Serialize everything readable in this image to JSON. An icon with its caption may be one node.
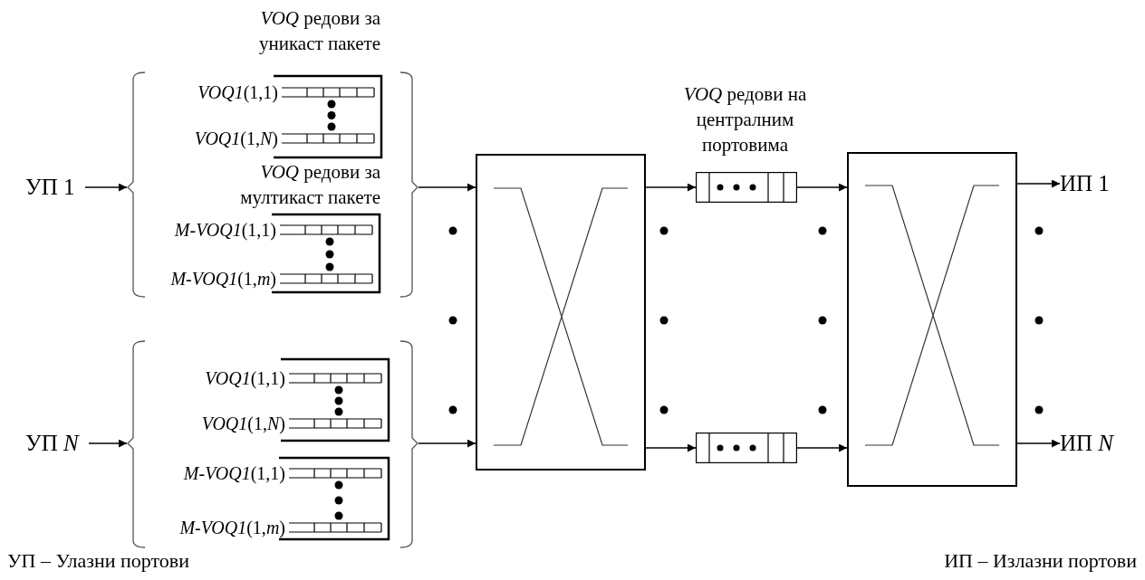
{
  "diagram": {
    "nodes": [
      {
        "text": [
          "УП 1"
        ]
      },
      {
        "text": [],
        "shape": "bracket"
      },
      {
        "text": [
          "*VOQ1*(1,1)",
          "*VOQ1*(1,*N*)"
        ],
        "in": 1
      },
      {
        "text": [
          "*M-VOQ1*(1,1)",
          "*M-VOQ1*(1,*m*)"
        ],
        "in": 1
      },
      {
        "text": [
          "УП *N*"
        ]
      },
      {
        "text": [],
        "shape": "bracket"
      },
      {
        "text": [
          "*VOQ1*(1,1)",
          "*VOQ1*(1,*N*)"
        ],
        "in": 5
      },
      {
        "text": [
          "*M-VOQ1*(1,1)",
          "*M-VOQ1*(1,*m*)"
        ],
        "in": 5
      },
      {
        "text": [],
        "shape": "box"
      },
      {
        "text": [],
        "shape": "box"
      },
      {
        "text": [],
        "shape": "box"
      },
      {
        "text": [],
        "shape": "box"
      },
      {
        "text": [
          "ИП 1"
        ]
      },
      {
        "text": [
          "ИП *N*"
        ]
      }
    ],
    "edges": [
      {
        "from": 0,
        "to": 1,
        "arrow": "to"
      },
      {
        "from": 4,
        "to": 5,
        "arrow": "to"
      },
      {
        "from": 1,
        "to": 8,
        "arrow": "to"
      },
      {
        "from": 5,
        "to": 8,
        "arrow": "to"
      },
      {
        "from": 8,
        "to": 9,
        "arrow": "to"
      },
      {
        "from": 8,
        "to": 10,
        "arrow": "to"
      },
      {
        "from": 9,
        "to": 11,
        "arrow": "to"
      },
      {
        "from": 10,
        "to": 11,
        "arrow": "to"
      },
      {
        "from": 11,
        "to": 12,
        "arrow": "to"
      },
      {
        "from": 11,
        "to": 13,
        "arrow": "to"
      }
    ],
    "labels": [
      "*VOQ* редови за уникаст пакете",
      "*VOQ* редови за мултикаст пакете",
      "*VOQ* редови на централним портовима",
      "УП – Улазни портови",
      "ИП – Излазни портови"
    ]
  }
}
